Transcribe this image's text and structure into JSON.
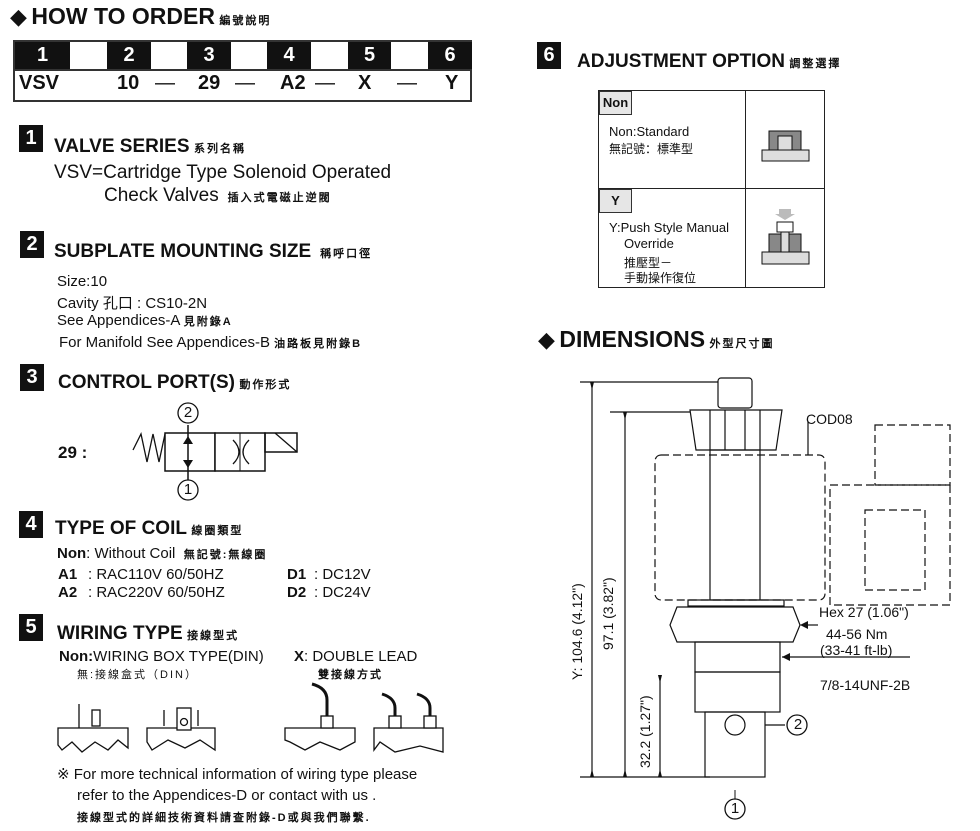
{
  "order": {
    "title": "HOW TO  ORDER",
    "title_cn": "編號說明",
    "positions": [
      "1",
      "2",
      "3",
      "4",
      "5",
      "6"
    ],
    "values": [
      "VSV",
      "10",
      "29",
      "A2",
      "X",
      "Y"
    ],
    "dash": "—"
  },
  "s1": {
    "num": "1",
    "title": "VALVE SERIES",
    "title_cn": "系列名稱",
    "line1": "VSV=Cartridge Type Solenoid Operated",
    "line2": "Check Valves",
    "line2_cn": "插入式電磁止逆閥"
  },
  "s2": {
    "num": "2",
    "title": "SUBPLATE MOUNTING SIZE",
    "title_cn": "稱呼口徑",
    "size": "Size:10",
    "cavity": "Cavity 孔口 : CS10-2N",
    "see_a": "See Appendices-A",
    "see_a_cn": "見附錄A",
    "see_b": "For Manifold See Appendices-B",
    "see_b_cn": "油路板見附錄B"
  },
  "s3": {
    "num": "3",
    "title": "CONTROL PORT(S)",
    "title_cn": "動作形式",
    "code": "29 :",
    "port_top": "2",
    "port_bottom": "1"
  },
  "s4": {
    "num": "4",
    "title": "TYPE OF COIL",
    "title_cn": "線圈類型",
    "non_key": "Non",
    "non_val": ": Without Coil",
    "non_cn": "無記號:無線圈",
    "items": [
      {
        "k": "A1",
        "v": ": RAC110V  60/50HZ"
      },
      {
        "k": "A2",
        "v": ": RAC220V  60/50HZ"
      },
      {
        "k": "D1",
        "v": ": DC12V"
      },
      {
        "k": "D2",
        "v": ": DC24V"
      }
    ]
  },
  "s5": {
    "num": "5",
    "title": "WIRING TYPE",
    "title_cn": "接線型式",
    "non_key": "Non:",
    "non_val": "WIRING BOX TYPE(DIN)",
    "non_cn": "無:接線盒式（DIN）",
    "x_key": "X",
    "x_val": ": DOUBLE LEAD",
    "x_cn": "雙接線方式",
    "note1": "※ For more technical information of wiring type  please",
    "note2": "refer to the Appendices-D or contact with us .",
    "note_cn": "接線型式的詳細技術資料請查附錄-D或與我們聯繫."
  },
  "s6": {
    "num": "6",
    "title": "ADJUSTMENT OPTION",
    "title_cn": "調整選擇",
    "options": [
      {
        "tag": "Non",
        "l1": "Non:Standard",
        "l2": "無記號：標準型"
      },
      {
        "tag": "Y",
        "l1": "Y:Push Style Manual",
        "l1b": "Override",
        "l2": "推壓型－",
        "l3": "手動操作復位"
      }
    ]
  },
  "dims": {
    "title": "DIMENSIONS",
    "title_cn": "外型尺寸圖",
    "cod": "COD08",
    "hex": "Hex 27 (1.06\")",
    "torque1": "44-56 Nm",
    "torque2": "(33-41 ft-lb)",
    "thread": "7/8-14UNF-2B",
    "overall": "Y: 104.6 (4.12\")",
    "body": "97.1 (3.82\")",
    "lower": "32.2 (1.27\")",
    "port2": "2",
    "port1": "1"
  }
}
